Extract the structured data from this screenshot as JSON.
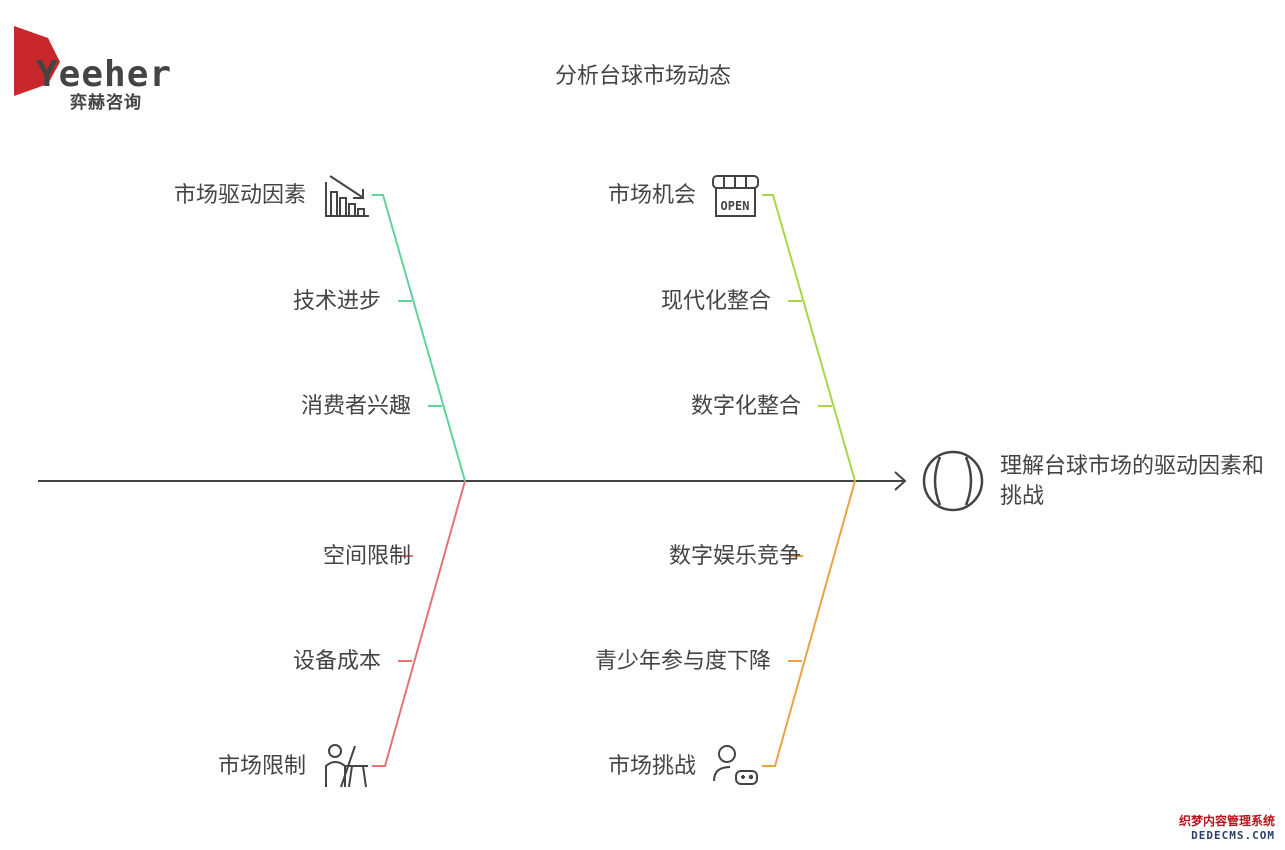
{
  "title": "分析台球市场动态",
  "logo": {
    "word": "Yeeher",
    "subtitle": "弈赫咨询"
  },
  "head": {
    "label": "理解台球市场的驱动因素和挑战"
  },
  "branches": {
    "drivers": {
      "category": "市场驱动因素",
      "icon": "declining-bar-chart-icon",
      "color": "#5fd39a",
      "causes": [
        "技术进步",
        "消费者兴趣"
      ]
    },
    "opportunities": {
      "category": "市场机会",
      "icon": "open-shop-icon",
      "color": "#a8d64a",
      "causes": [
        "现代化整合",
        "数字化整合"
      ]
    },
    "limits": {
      "category": "市场限制",
      "icon": "person-easel-icon",
      "color": "#e57373",
      "causes": [
        "空间限制",
        "设备成本"
      ]
    },
    "challenges": {
      "category": "市场挑战",
      "icon": "person-gamepad-icon",
      "color": "#eba245",
      "causes": [
        "数字娱乐竞争",
        "青少年参与度下降"
      ]
    }
  },
  "head_icon": "billiard-ball-icon",
  "watermark": {
    "line1": "织梦内容管理系统",
    "line2": "DEDECMS.COM"
  }
}
